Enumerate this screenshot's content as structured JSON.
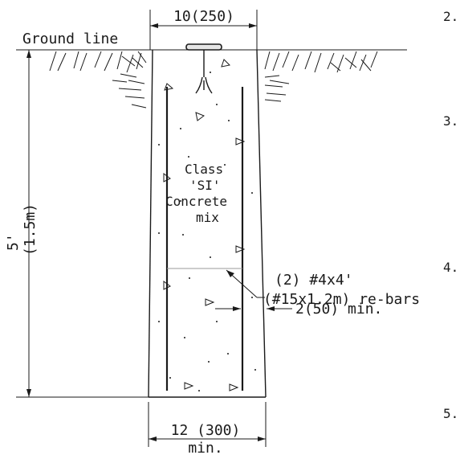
{
  "labels": {
    "top_width": "10(250)",
    "ground_line": "Ground line",
    "concrete_l1": "Class",
    "concrete_l2": "'SI'",
    "concrete_l3": "Concrete",
    "concrete_l4": "mix",
    "depth_l1": "5'",
    "depth_l2": "(1.5m)",
    "rebar_l1": "(2) #4x4'",
    "rebar_l2": "(#15x1.2m) re-bars",
    "cover": "2(50) min.",
    "bottom_width_l1": "12 (300)",
    "bottom_width_l2": "min."
  },
  "note_numbers": [
    "2.",
    "3.",
    "4.",
    "5."
  ],
  "colors": {
    "line": "#1a1a1a",
    "guide": "#9a9a9a",
    "background": "#ffffff"
  },
  "icons": [
    "survey-marker-icon",
    "soil-hatch-icon",
    "aggregate-triangle-icon",
    "dimension-arrow-icon"
  ]
}
